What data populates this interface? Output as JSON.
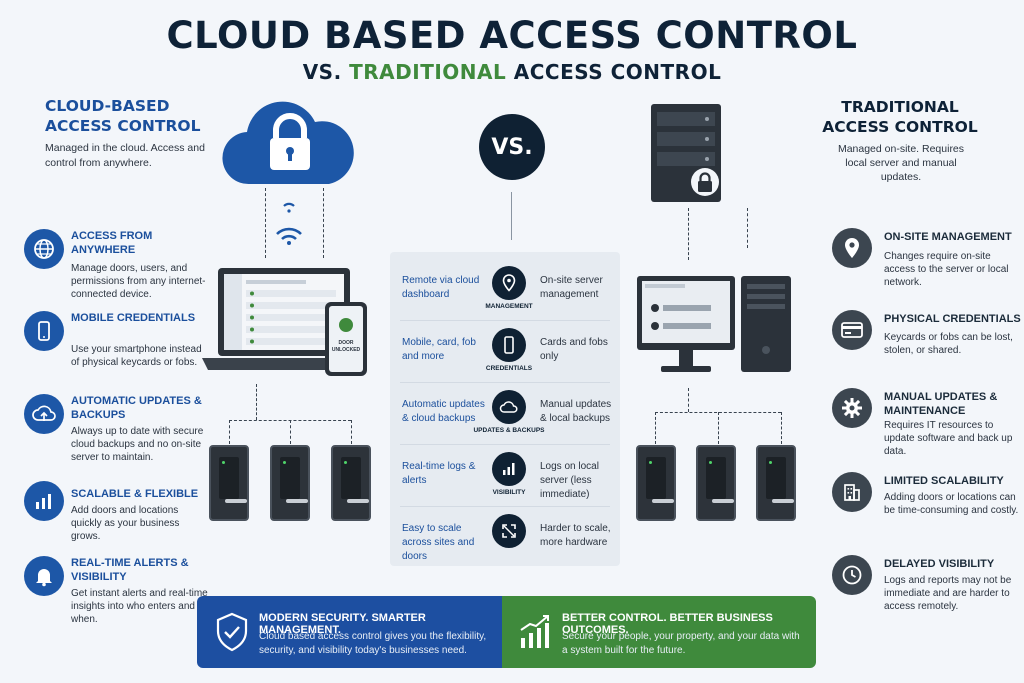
{
  "title": "CLOUD BASED ACCESS CONTROL",
  "subtitle": {
    "a": "VS.",
    "b": "TRADITIONAL",
    "c": "ACCESS CONTROL"
  },
  "left": {
    "heading_1": "CLOUD-BASED",
    "heading_2": "ACCESS CONTROL",
    "description": "Managed in the cloud. Access and control from anywhere.",
    "features": [
      {
        "title": "ACCESS FROM ANYWHERE",
        "desc": "Manage doors, users, and permissions from any internet-connected device.",
        "icon": "globe-icon"
      },
      {
        "title": "MOBILE CREDENTIALS",
        "desc": "Use your smartphone instead of physical keycards or fobs.",
        "icon": "smartphone-icon"
      },
      {
        "title": "AUTOMATIC UPDATES & BACKUPS",
        "desc": "Always up to date with secure cloud backups and no on-site server to maintain.",
        "icon": "cloud-upload-icon"
      },
      {
        "title": "SCALABLE & FLEXIBLE",
        "desc": "Add doors and locations quickly as your business grows.",
        "icon": "bar-chart-icon"
      },
      {
        "title": "REAL-TIME ALERTS & VISIBILITY",
        "desc": "Get instant alerts and real-time insights into who enters and when.",
        "icon": "bell-icon"
      }
    ]
  },
  "right": {
    "heading_1": "TRADITIONAL",
    "heading_2": "ACCESS CONTROL",
    "description": "Managed on-site. Requires local server and manual updates.",
    "features": [
      {
        "title": "ON-SITE MANAGEMENT",
        "desc": "Changes require on-site access to the server or local network.",
        "icon": "location-pin-icon"
      },
      {
        "title": "PHYSICAL CREDENTIALS",
        "desc": "Keycards or fobs can be lost, stolen, or shared.",
        "icon": "credit-card-icon"
      },
      {
        "title": "MANUAL UPDATES & MAINTENANCE",
        "desc": "Requires IT resources to update software and back up data.",
        "icon": "gear-icon"
      },
      {
        "title": "LIMITED SCALABILITY",
        "desc": "Adding doors or locations can be time-consuming and costly.",
        "icon": "building-icon"
      },
      {
        "title": "DELAYED VISIBILITY",
        "desc": "Logs and reports may not be immediate and are harder to access remotely.",
        "icon": "clock-icon"
      }
    ]
  },
  "vs_label": "VS.",
  "phone_text": "DOOR UNLOCKED",
  "comparison": [
    {
      "cloud": "Remote via cloud dashboard",
      "label": "MANAGEMENT",
      "traditional": "On-site server management",
      "icon": "location-pin-icon"
    },
    {
      "cloud": "Mobile, card, fob and more",
      "label": "CREDENTIALS",
      "traditional": "Cards and fobs only",
      "icon": "smartphone-icon"
    },
    {
      "cloud": "Automatic updates & cloud backups",
      "label": "UPDATES & BACKUPS",
      "traditional": "Manual updates & local backups",
      "icon": "cloud-icon"
    },
    {
      "cloud": "Real-time logs & alerts",
      "label": "VISIBILITY",
      "traditional": "Logs on local server (less immediate)",
      "icon": "bar-chart-icon"
    },
    {
      "cloud": "Easy to scale across sites and doors",
      "label": "",
      "traditional": "Harder to scale, more hardware",
      "icon": "expand-icon"
    }
  ],
  "banner": {
    "left_title": "MODERN SECURITY. SMARTER MANAGEMENT.",
    "left_desc": "Cloud based access control gives you the flexibility, security, and visibility today's businesses need.",
    "right_title": "BETTER CONTROL. BETTER BUSINESS OUTCOMES.",
    "right_desc": "Secure your people, your property, and your data with a system built for the future."
  },
  "colors": {
    "cloud_blue": "#1d57a7",
    "green": "#3f8a3c",
    "navy": "#0f2133",
    "gray": "#3c4650"
  }
}
